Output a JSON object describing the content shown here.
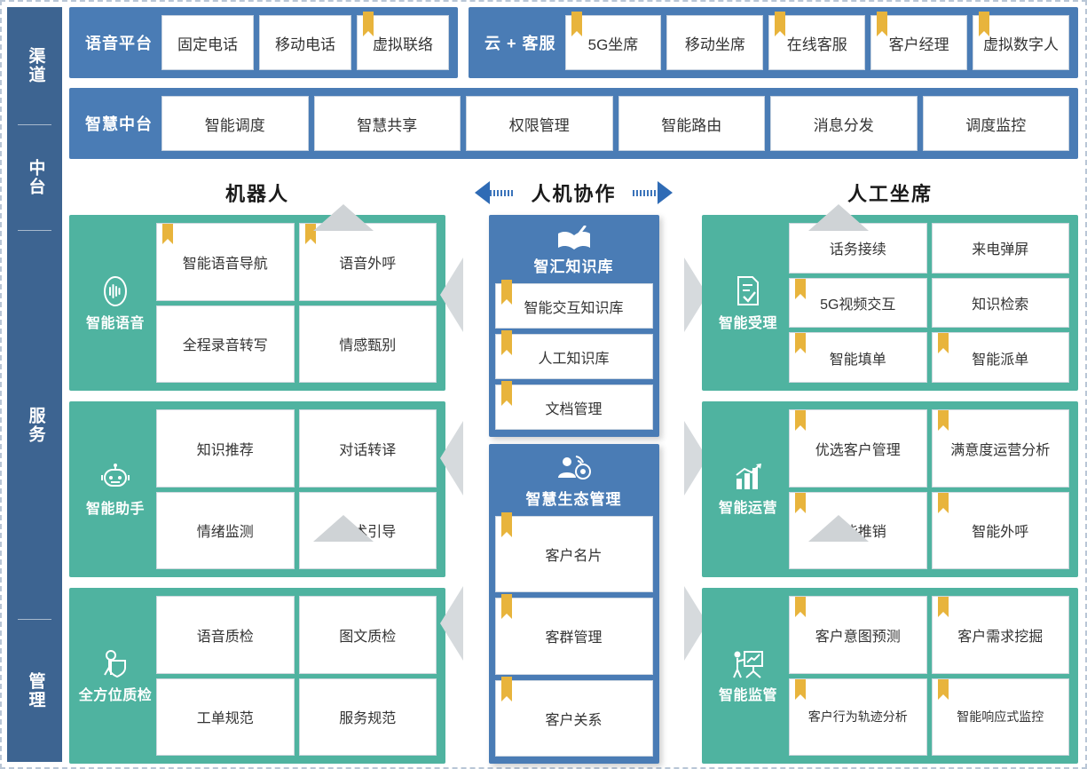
{
  "sidebar": {
    "items": [
      {
        "label": "渠道",
        "name": "sidebar-item-channel"
      },
      {
        "label": "中台",
        "name": "sidebar-item-midplatform"
      },
      {
        "label": "服务",
        "name": "sidebar-item-service"
      },
      {
        "label": "管理",
        "name": "sidebar-item-management"
      }
    ]
  },
  "channel": {
    "voice_platform": {
      "title": "语音平台",
      "cells": [
        {
          "label": "固定电话",
          "bookmark": false
        },
        {
          "label": "移动电话",
          "bookmark": false
        },
        {
          "label": "虚拟联络",
          "bookmark": true
        }
      ]
    },
    "cloud_service": {
      "title": "云 + 客服",
      "cells": [
        {
          "label": "5G坐席",
          "bookmark": true
        },
        {
          "label": "移动坐席",
          "bookmark": false
        },
        {
          "label": "在线客服",
          "bookmark": true
        },
        {
          "label": "客户经理",
          "bookmark": true
        },
        {
          "label": "虚拟数字人",
          "bookmark": true
        }
      ]
    }
  },
  "midplatform": {
    "title": "智慧中台",
    "cells": [
      {
        "label": "智能调度",
        "bookmark": false
      },
      {
        "label": "智慧共享",
        "bookmark": false
      },
      {
        "label": "权限管理",
        "bookmark": false
      },
      {
        "label": "智能路由",
        "bookmark": false
      },
      {
        "label": "消息分发",
        "bookmark": false
      },
      {
        "label": "调度监控",
        "bookmark": false
      }
    ]
  },
  "column_headers": {
    "left": "机器人",
    "middle": "人机协作",
    "right": "人工坐席"
  },
  "left_panels": [
    {
      "title": "智能语音",
      "icon": "voice-wave-icon",
      "layout": "2x2",
      "tiles": [
        {
          "label": "智能语音导航",
          "bookmark": true
        },
        {
          "label": "语音外呼",
          "bookmark": true
        },
        {
          "label": "全程录音转写",
          "bookmark": false
        },
        {
          "label": "情感甄别",
          "bookmark": false
        }
      ]
    },
    {
      "title": "智能助手",
      "icon": "robot-icon",
      "layout": "2x2",
      "tiles": [
        {
          "label": "知识推荐",
          "bookmark": false
        },
        {
          "label": "对话转译",
          "bookmark": false
        },
        {
          "label": "情绪监测",
          "bookmark": false
        },
        {
          "label": "话术引导",
          "bookmark": false
        }
      ]
    },
    {
      "title": "全方位质检",
      "icon": "person-shield-icon",
      "layout": "2x2",
      "tiles": [
        {
          "label": "语音质检",
          "bookmark": false
        },
        {
          "label": "图文质检",
          "bookmark": false
        },
        {
          "label": "工单规范",
          "bookmark": false
        },
        {
          "label": "服务规范",
          "bookmark": false
        }
      ]
    }
  ],
  "center_panels": [
    {
      "title": "智汇知识库",
      "icon": "open-book-icon",
      "items": [
        {
          "label": "智能交互知识库",
          "bookmark": true
        },
        {
          "label": "人工知识库",
          "bookmark": true
        },
        {
          "label": "文档管理",
          "bookmark": true
        }
      ]
    },
    {
      "title": "智慧生态管理",
      "icon": "person-network-icon",
      "items": [
        {
          "label": "客户名片",
          "bookmark": true
        },
        {
          "label": "客群管理",
          "bookmark": true
        },
        {
          "label": "客户关系",
          "bookmark": true
        }
      ]
    }
  ],
  "right_panels": [
    {
      "title": "智能受理",
      "icon": "document-check-icon",
      "layout": "3x2",
      "tiles": [
        {
          "label": "话务接续",
          "bookmark": false
        },
        {
          "label": "来电弹屏",
          "bookmark": false
        },
        {
          "label": "5G视频交互",
          "bookmark": true
        },
        {
          "label": "知识检索",
          "bookmark": false
        },
        {
          "label": "智能填单",
          "bookmark": true
        },
        {
          "label": "智能派单",
          "bookmark": true
        }
      ]
    },
    {
      "title": "智能运营",
      "icon": "bar-chart-up-icon",
      "layout": "2x2",
      "tiles": [
        {
          "label": "优选客户管理",
          "bookmark": true
        },
        {
          "label": "满意度运营分析",
          "bookmark": true
        },
        {
          "label": "智能推销",
          "bookmark": true
        },
        {
          "label": "智能外呼",
          "bookmark": true
        }
      ]
    },
    {
      "title": "智能监管",
      "icon": "presenter-board-icon",
      "layout": "2x2",
      "tiles": [
        {
          "label": "客户意图预测",
          "bookmark": true
        },
        {
          "label": "客户需求挖掘",
          "bookmark": true
        },
        {
          "label": "客户行为轨迹分析",
          "bookmark": true
        },
        {
          "label": "智能响应式监控",
          "bookmark": true
        }
      ]
    }
  ],
  "colors": {
    "sidebar_blue": "#3D6491",
    "band_blue": "#4A7CB5",
    "panel_green": "#4FB3A0",
    "bookmark_gold": "#E8B43C",
    "arrow_blue": "#2F6BB5",
    "chevron_gray": "#D6DADD"
  }
}
